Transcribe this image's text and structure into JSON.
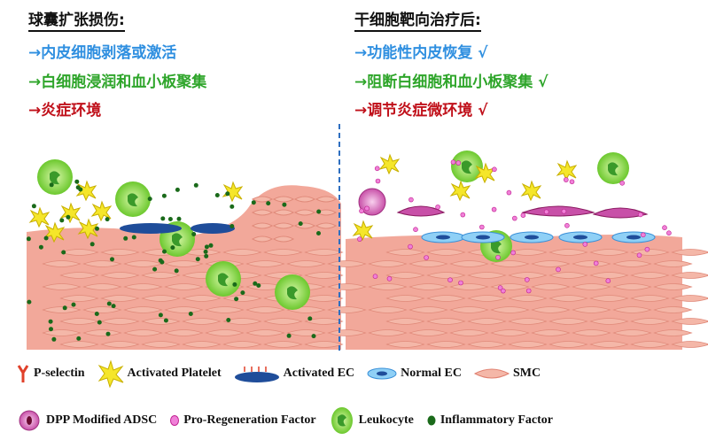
{
  "left_panel": {
    "title": "球囊扩张损伤:",
    "items": [
      {
        "text": "→内皮细胞剥落或激活",
        "color": "#2f8fe0"
      },
      {
        "text": "→白细胞浸润和血小板聚集",
        "color": "#2ea52a"
      },
      {
        "text": "→炎症环境",
        "color": "#c0101a"
      }
    ]
  },
  "right_panel": {
    "title": "干细胞靶向治疗后:",
    "items": [
      {
        "text": "→功能性内皮恢复 √",
        "color": "#2f8fe0"
      },
      {
        "text": "→阻断白细胞和血小板聚集 √",
        "color": "#2ea52a"
      },
      {
        "text": "→调节炎症微环境 √",
        "color": "#c0101a"
      }
    ]
  },
  "legend": {
    "p_selectin": "P-selectin",
    "activated_platelet": "Activated Platelet",
    "activated_ec": "Activated EC",
    "normal_ec": "Normal EC",
    "smc": "SMC",
    "adsc": "DPP Modified ADSC",
    "pro_regeneration_factor": "Pro-Regeneration Factor",
    "leukocyte": "Leukocyte",
    "inflammatory_factor": "Inflammatory Factor"
  },
  "colors": {
    "tissue": "#f2a89a",
    "smc": "#f4b7a8",
    "leukocyte": "#8fe04a",
    "platelet": "#f5e62a",
    "activated_ec": "#1f4d9a",
    "normal_ec": "#5ab4ee",
    "adsc": "#e48ad2",
    "pro_factor": "#e040c0",
    "inflammatory_factor": "#1a6a1a",
    "divider": "#2f6fc0"
  }
}
